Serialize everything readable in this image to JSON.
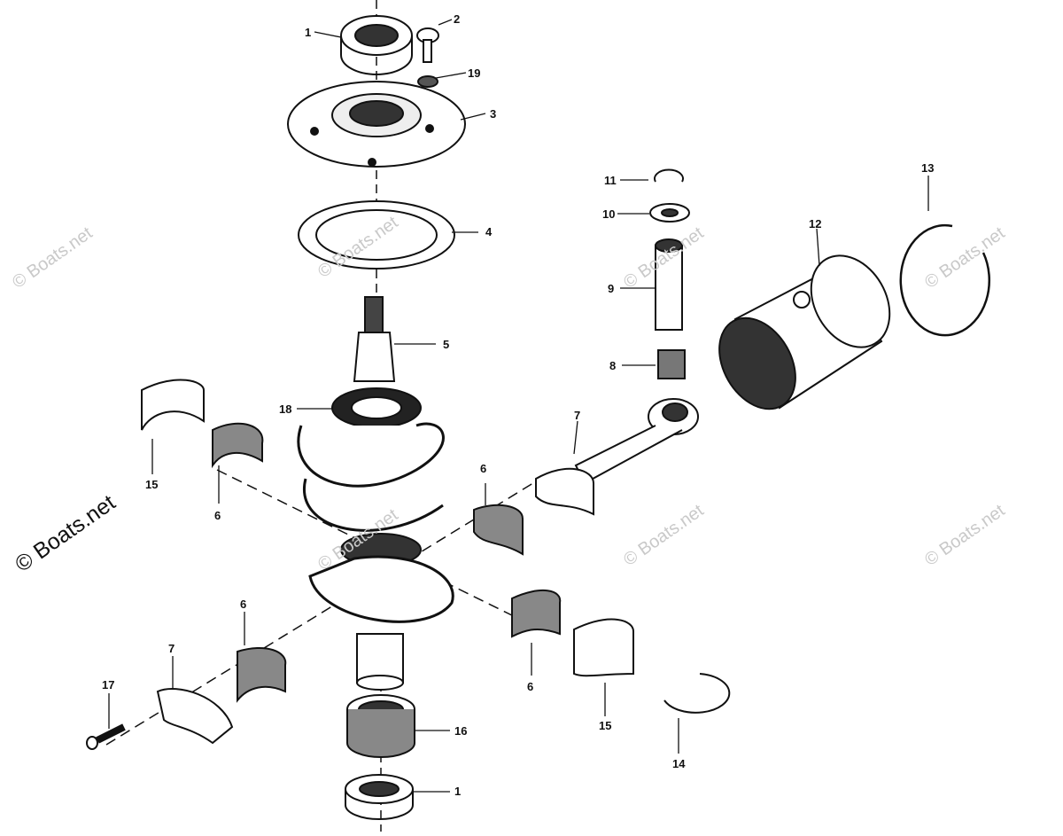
{
  "diagram": {
    "callouts": [
      "1",
      "2",
      "19",
      "3",
      "4",
      "5",
      "18",
      "15",
      "6",
      "6",
      "7",
      "6",
      "6",
      "7",
      "17",
      "16",
      "1",
      "15",
      "14",
      "11",
      "10",
      "9",
      "8",
      "12",
      "13"
    ],
    "watermark": "© Boats.net"
  },
  "colors": {
    "ink": "#111111",
    "paper": "#ffffff",
    "watermark": "#c9c9c9"
  }
}
